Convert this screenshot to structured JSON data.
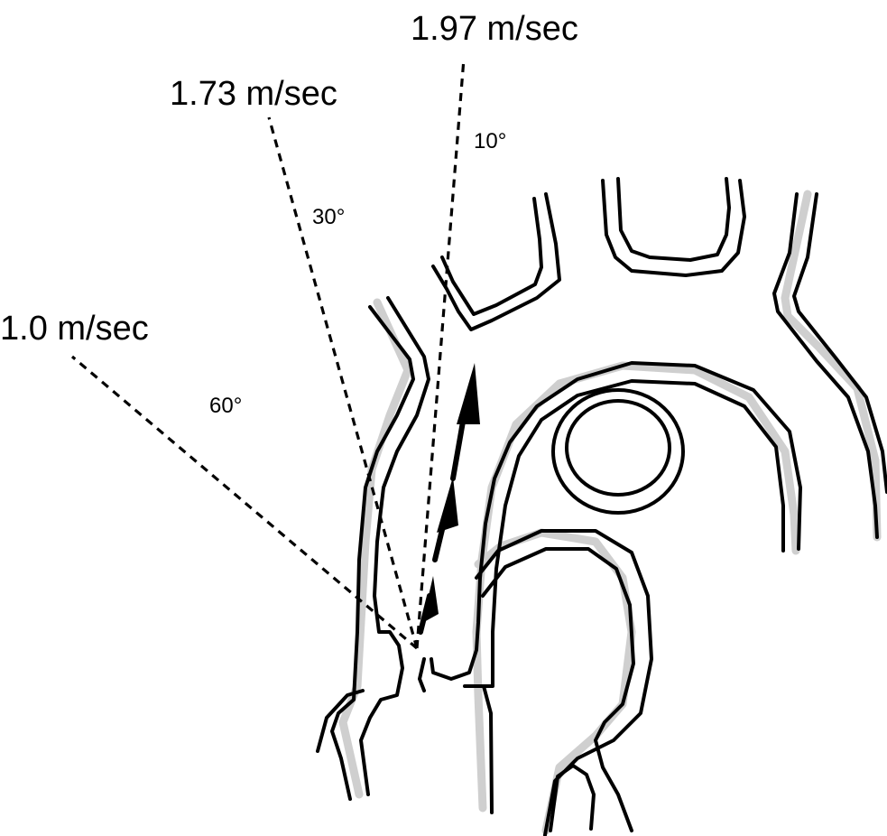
{
  "beams": [
    {
      "velocity": "1.0 m/sec",
      "angle": "60°"
    },
    {
      "velocity": "1.73 m/sec",
      "angle": "30°"
    },
    {
      "velocity": "1.97 m/sec",
      "angle": "10°"
    }
  ],
  "colors": {
    "line": "#000000",
    "vessel_shading": "#cfcfcf",
    "background": "#ffffff"
  }
}
